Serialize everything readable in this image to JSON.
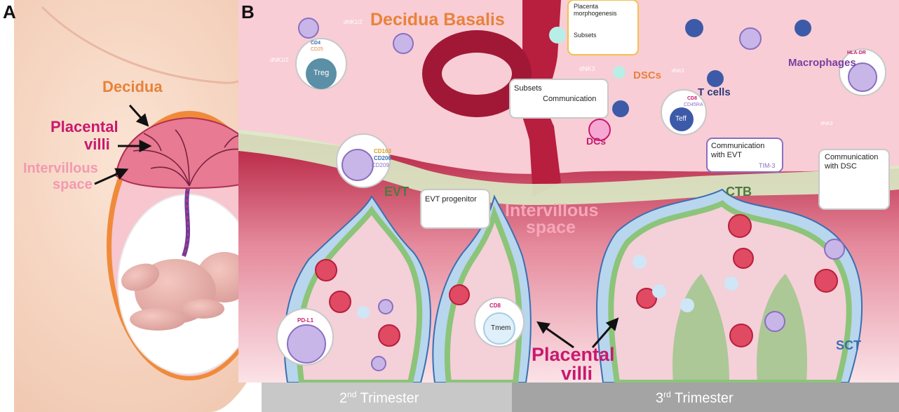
{
  "panels": {
    "a": "A",
    "b": "B"
  },
  "panel_a": {
    "decidua": "Decidua",
    "placental_villi_line1": "Placental",
    "placental_villi_line2": "villi",
    "intervillous_line1": "Intervillous",
    "intervillous_line2": "space"
  },
  "panel_b": {
    "decidua_basalis": "Decidua Basalis",
    "intervillous_line1": "Intervillous",
    "intervillous_line2": "space",
    "placental_villi_line1": "Placental",
    "placental_villi_line2": "villi",
    "cell_labels": {
      "evt": "EVT",
      "ctb": "CTB",
      "sct": "SCT",
      "dscs": "DSCs",
      "dcs": "DCs",
      "t_cells": "T cells",
      "macrophages": "Macrophages",
      "dnk12_a": "dNK1/2",
      "dnk12_b": "dNK1/2",
      "dnk3_a": "dNK3",
      "dnk3_b": "dNK3",
      "dnk3_c": "dNK3"
    },
    "callouts": {
      "treg": "Treg",
      "cd4": "CD4",
      "cd25": "CD25",
      "cd163": "CD163",
      "cd206": "CD206",
      "cd209": "CD209",
      "placenta_morph_line1": "Placenta",
      "placenta_morph_line2": "morphogenesis",
      "subsets_top": "Subsets",
      "subsets_mid": "Subsets",
      "communication_mid": "Communication",
      "cd8_top": "CD8",
      "cd45ra": "CD45RA",
      "teff": "Teff",
      "hla_dr": "HLA-DR",
      "comm_evt_line1": "Communication",
      "comm_evt_line2": "with EVT",
      "tim3": "TIM-3",
      "comm_dsc_line1": "Communication",
      "comm_dsc_line2": "with DSC",
      "evt_progenitor": "EVT progenitor",
      "pd_l1": "PD-L1",
      "cd8_bottom": "CD8",
      "tmem": "Tmem"
    },
    "trimesters": {
      "second_num": "2",
      "second_sup": "nd",
      "second_word": " Trimester",
      "third_num": "3",
      "third_sup": "rd",
      "third_word": " Trimester"
    }
  },
  "colors": {
    "orange_label": "#e8823a",
    "magenta_label": "#c8196e",
    "pink_label": "#f29ab0",
    "navy_label": "#2a3a78",
    "purple_label": "#7a3fa0",
    "green_label": "#4f7a3c",
    "blue_label": "#3a6fb0",
    "decidua_pink": "#f8cdd6",
    "blood_red": "#b81e3e",
    "villus_green": "#8cc47a",
    "villus_blue": "#b8d6ee",
    "trimester_gray": "#c8c8c8",
    "trimester_dark": "#9a9a9a"
  }
}
